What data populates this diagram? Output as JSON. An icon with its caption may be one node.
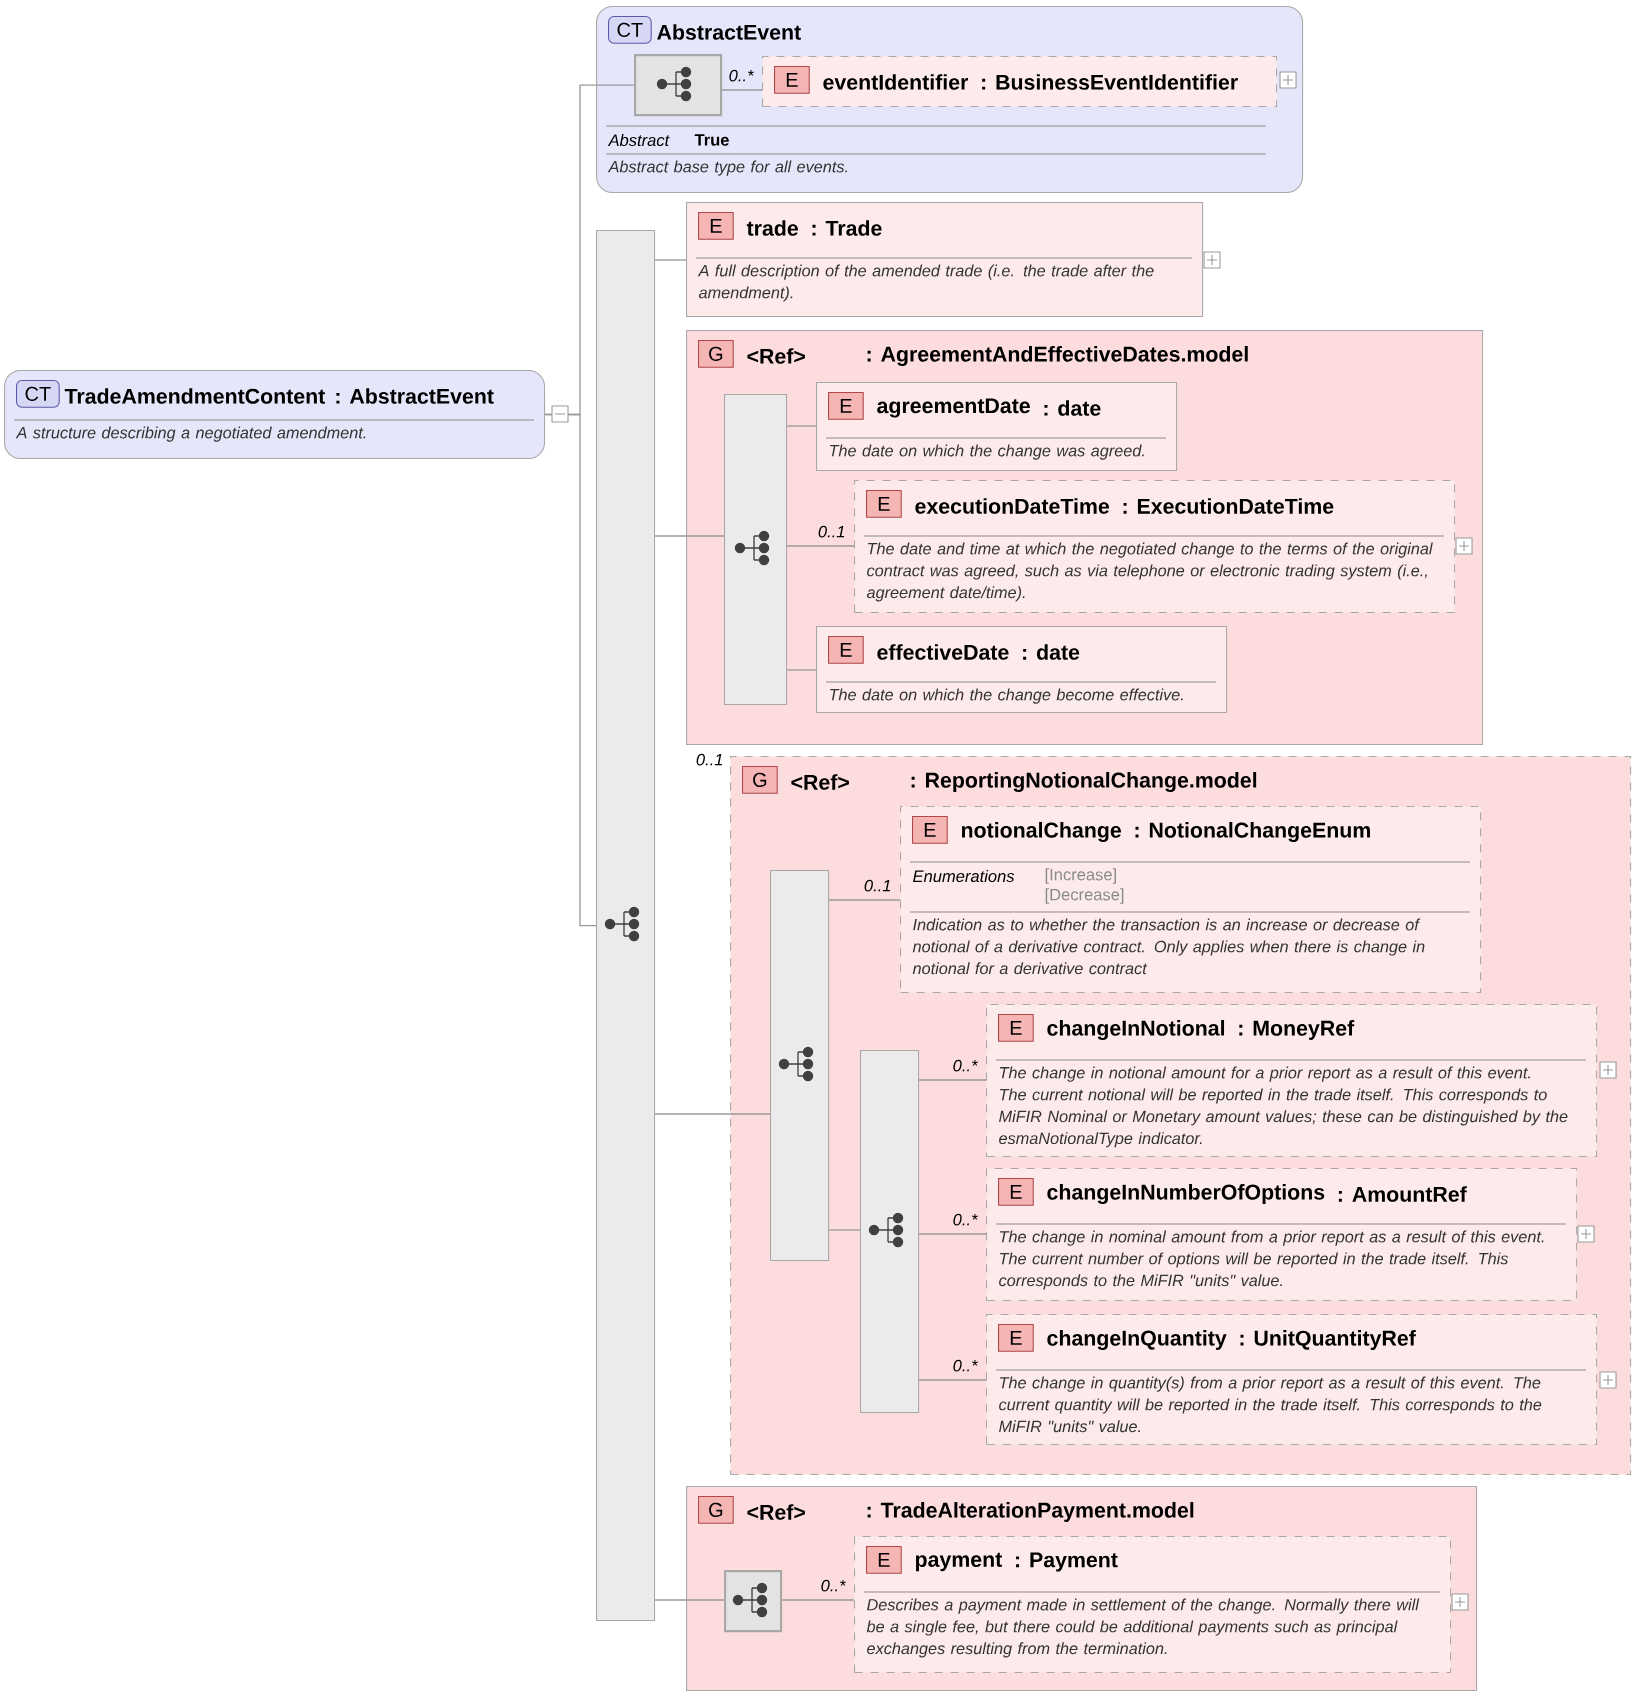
{
  "diagram": {
    "nodes": [
      {
        "text": [
          "CT",
          "TradeAmendmentContent",
          ": AbstractEvent",
          "A structure describing a negotiated amendment."
        ]
      },
      {
        "text": [
          "CT",
          "AbstractEvent",
          "Abstract",
          "True",
          "Abstract base type for all events."
        ]
      },
      {
        "text": [],
        "shape": "box",
        "in": 1
      },
      {
        "text": [
          "E",
          "eventIdentifier",
          ": BusinessEventIdentifier"
        ],
        "in": 1
      },
      {
        "text": [],
        "shape": "bar"
      },
      {
        "text": [
          "E",
          "trade",
          ": Trade",
          "A full description of the amended trade (i.e. the trade after the amendment)."
        ]
      },
      {
        "text": [
          "G",
          "<Ref>",
          ": AgreementAndEffectiveDates.model"
        ]
      },
      {
        "text": [],
        "shape": "bar",
        "in": 6
      },
      {
        "text": [
          "E",
          "agreementDate",
          ": date",
          "The date on which the change was agreed."
        ],
        "in": 6
      },
      {
        "text": [
          "E",
          "executionDateTime",
          ": ExecutionDateTime",
          "The date and time at which the negotiated change to the terms of the original contract was agreed, such as via telephone or electronic trading system (i.e., agreement date/time)."
        ],
        "in": 6
      },
      {
        "text": [
          "E",
          "effectiveDate",
          ": date",
          "The date on which the change become effective."
        ],
        "in": 6
      },
      {
        "text": [
          "G",
          "<Ref>",
          ": ReportingNotionalChange.model"
        ]
      },
      {
        "text": [],
        "shape": "bar",
        "in": 11
      },
      {
        "text": [
          "E",
          "notionalChange",
          ": NotionalChangeEnum",
          "Enumerations",
          "[Increase]",
          "[Decrease]",
          "Indication as to whether the transaction is an increase or decrease of notional of a derivative contract. Only applies when there is change in notional for a derivative contract"
        ],
        "in": 11
      },
      {
        "text": [],
        "shape": "bar",
        "in": 11
      },
      {
        "text": [
          "E",
          "changeInNotional",
          ": MoneyRef",
          "The change in notional amount for a prior report as a result of this event. The current notional will be reported in the trade itself. This corresponds to MiFIR Nominal or Monetary amount values; these can be distinguished by the esmaNotionalType indicator."
        ],
        "in": 11
      },
      {
        "text": [
          "E",
          "changeInNumberOfOptions",
          ": AmountRef",
          "The change in nominal amount from a prior report as a result of this event. The current number of options will be reported in the trade itself. This corresponds to the MiFIR \"units\" value."
        ],
        "in": 11
      },
      {
        "text": [
          "E",
          "changeInQuantity",
          ": UnitQuantityRef",
          "The change in quantity(s) from a prior report as a result of this event. The current quantity will be reported in the trade itself. This corresponds to the MiFIR \"units\" value."
        ],
        "in": 11
      },
      {
        "text": [
          "G",
          "<Ref>",
          ": TradeAlterationPayment.model"
        ]
      },
      {
        "text": [],
        "shape": "box",
        "in": 18
      },
      {
        "text": [
          "E",
          "payment",
          ": Payment",
          "Describes a payment made in settlement of the change. Normally there will be a single fee, but there could be additional payments such as principal exchanges resulting from the termination."
        ],
        "in": 18
      }
    ],
    "edges": [
      {
        "from": 0,
        "to": 2,
        "arrow": "none"
      },
      {
        "from": 0,
        "to": 4,
        "arrow": "none"
      },
      {
        "from": 2,
        "to": 3,
        "arrow": "none",
        "label": "0..*"
      },
      {
        "from": 4,
        "to": 5,
        "arrow": "none"
      },
      {
        "from": 4,
        "to": 7,
        "arrow": "none"
      },
      {
        "from": 4,
        "to": 12,
        "arrow": "none"
      },
      {
        "from": 4,
        "to": 19,
        "arrow": "none"
      },
      {
        "from": 7,
        "to": 8,
        "arrow": "none"
      },
      {
        "from": 7,
        "to": 9,
        "arrow": "none",
        "label": "0..1"
      },
      {
        "from": 7,
        "to": 10,
        "arrow": "none"
      },
      {
        "from": 12,
        "to": 13,
        "arrow": "none",
        "label": "0..1"
      },
      {
        "from": 12,
        "to": 14,
        "arrow": "none"
      },
      {
        "from": 14,
        "to": 15,
        "arrow": "none",
        "label": "0..*"
      },
      {
        "from": 14,
        "to": 16,
        "arrow": "none",
        "label": "0..*"
      },
      {
        "from": 14,
        "to": 17,
        "arrow": "none",
        "label": "0..*"
      },
      {
        "from": 19,
        "to": 20,
        "arrow": "none",
        "label": "0..*"
      }
    ],
    "labels": [
      "0..1"
    ]
  }
}
